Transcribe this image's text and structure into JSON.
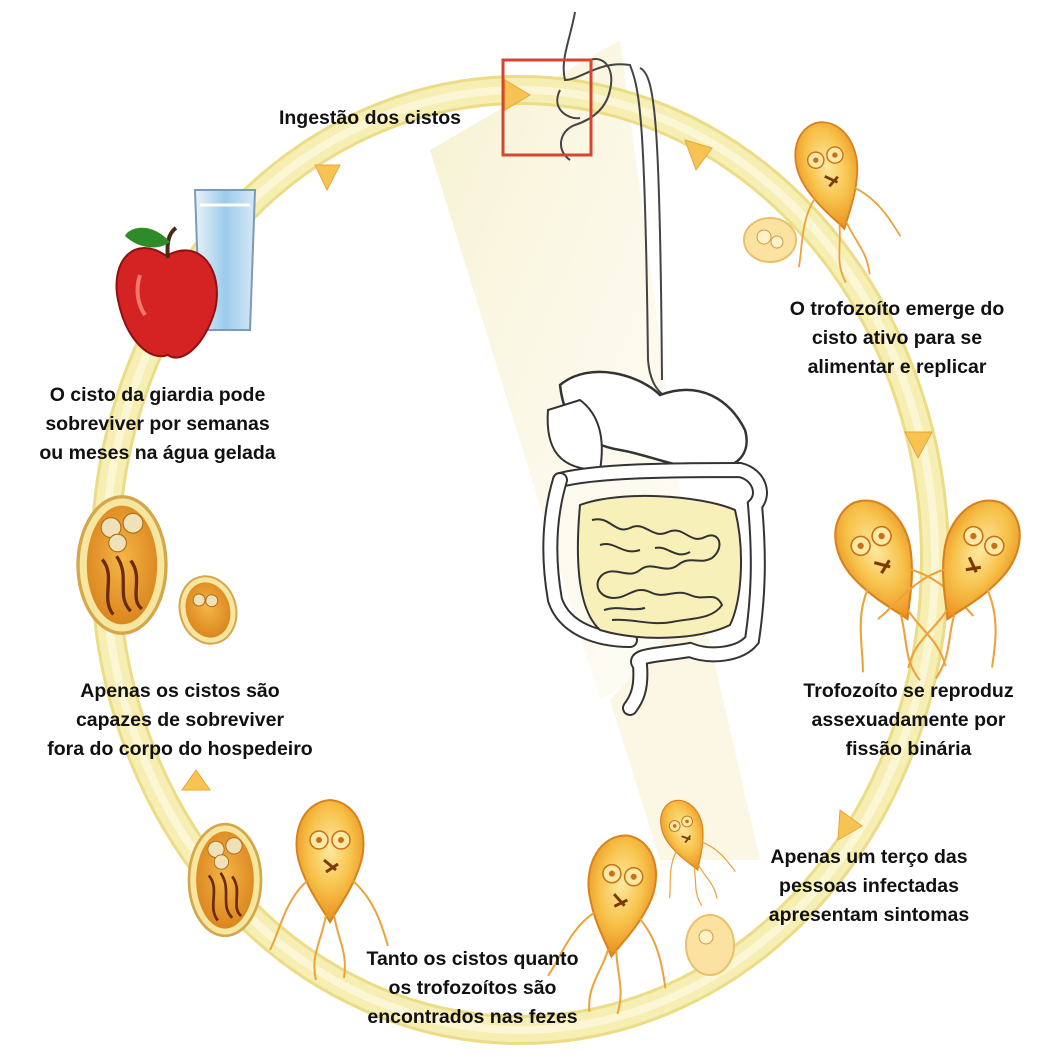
{
  "colors": {
    "cycle_arrow": "#f3e9a4",
    "cycle_arrow_edge": "#eadd86",
    "arrow_head": "#f7c454",
    "highlight_box": "#d64530",
    "intestine_fill": "#f7f0b9",
    "organism_orange": "#f0a42b",
    "organism_light": "#fbd66b",
    "apple_red": "#d42322",
    "leaf_green": "#2f8a2a",
    "water_blue": "#8fc3e8",
    "text": "#111111"
  },
  "icons": {
    "digestive_system": "digestive-system-icon",
    "apple": "apple-icon",
    "glass": "water-glass-icon",
    "trophozoite": "trophozoite-icon",
    "cyst": "cyst-icon"
  },
  "labels": {
    "ingestion": [
      "Ingestão dos cistos"
    ],
    "emerge": [
      "O trofozoíto emerge do",
      "cisto ativo para se",
      "alimentar e replicar"
    ],
    "survive_water": [
      "O cisto da giardia pode",
      "sobreviver por semanas",
      "ou meses na água gelada"
    ],
    "reproduce": [
      "Trofozoíto se reproduz",
      "assexuadamente por",
      "fissão binária"
    ],
    "cysts_only": [
      "Apenas os cistos são",
      "capazes de sobreviver",
      "fora do corpo do hospedeiro"
    ],
    "symptoms": [
      "Apenas um terço das",
      "pessoas infectadas",
      "apresentam sintomas"
    ],
    "feces": [
      "Tanto os cistos quanto",
      "os trofozoítos são",
      "encontrados nas fezes"
    ]
  }
}
